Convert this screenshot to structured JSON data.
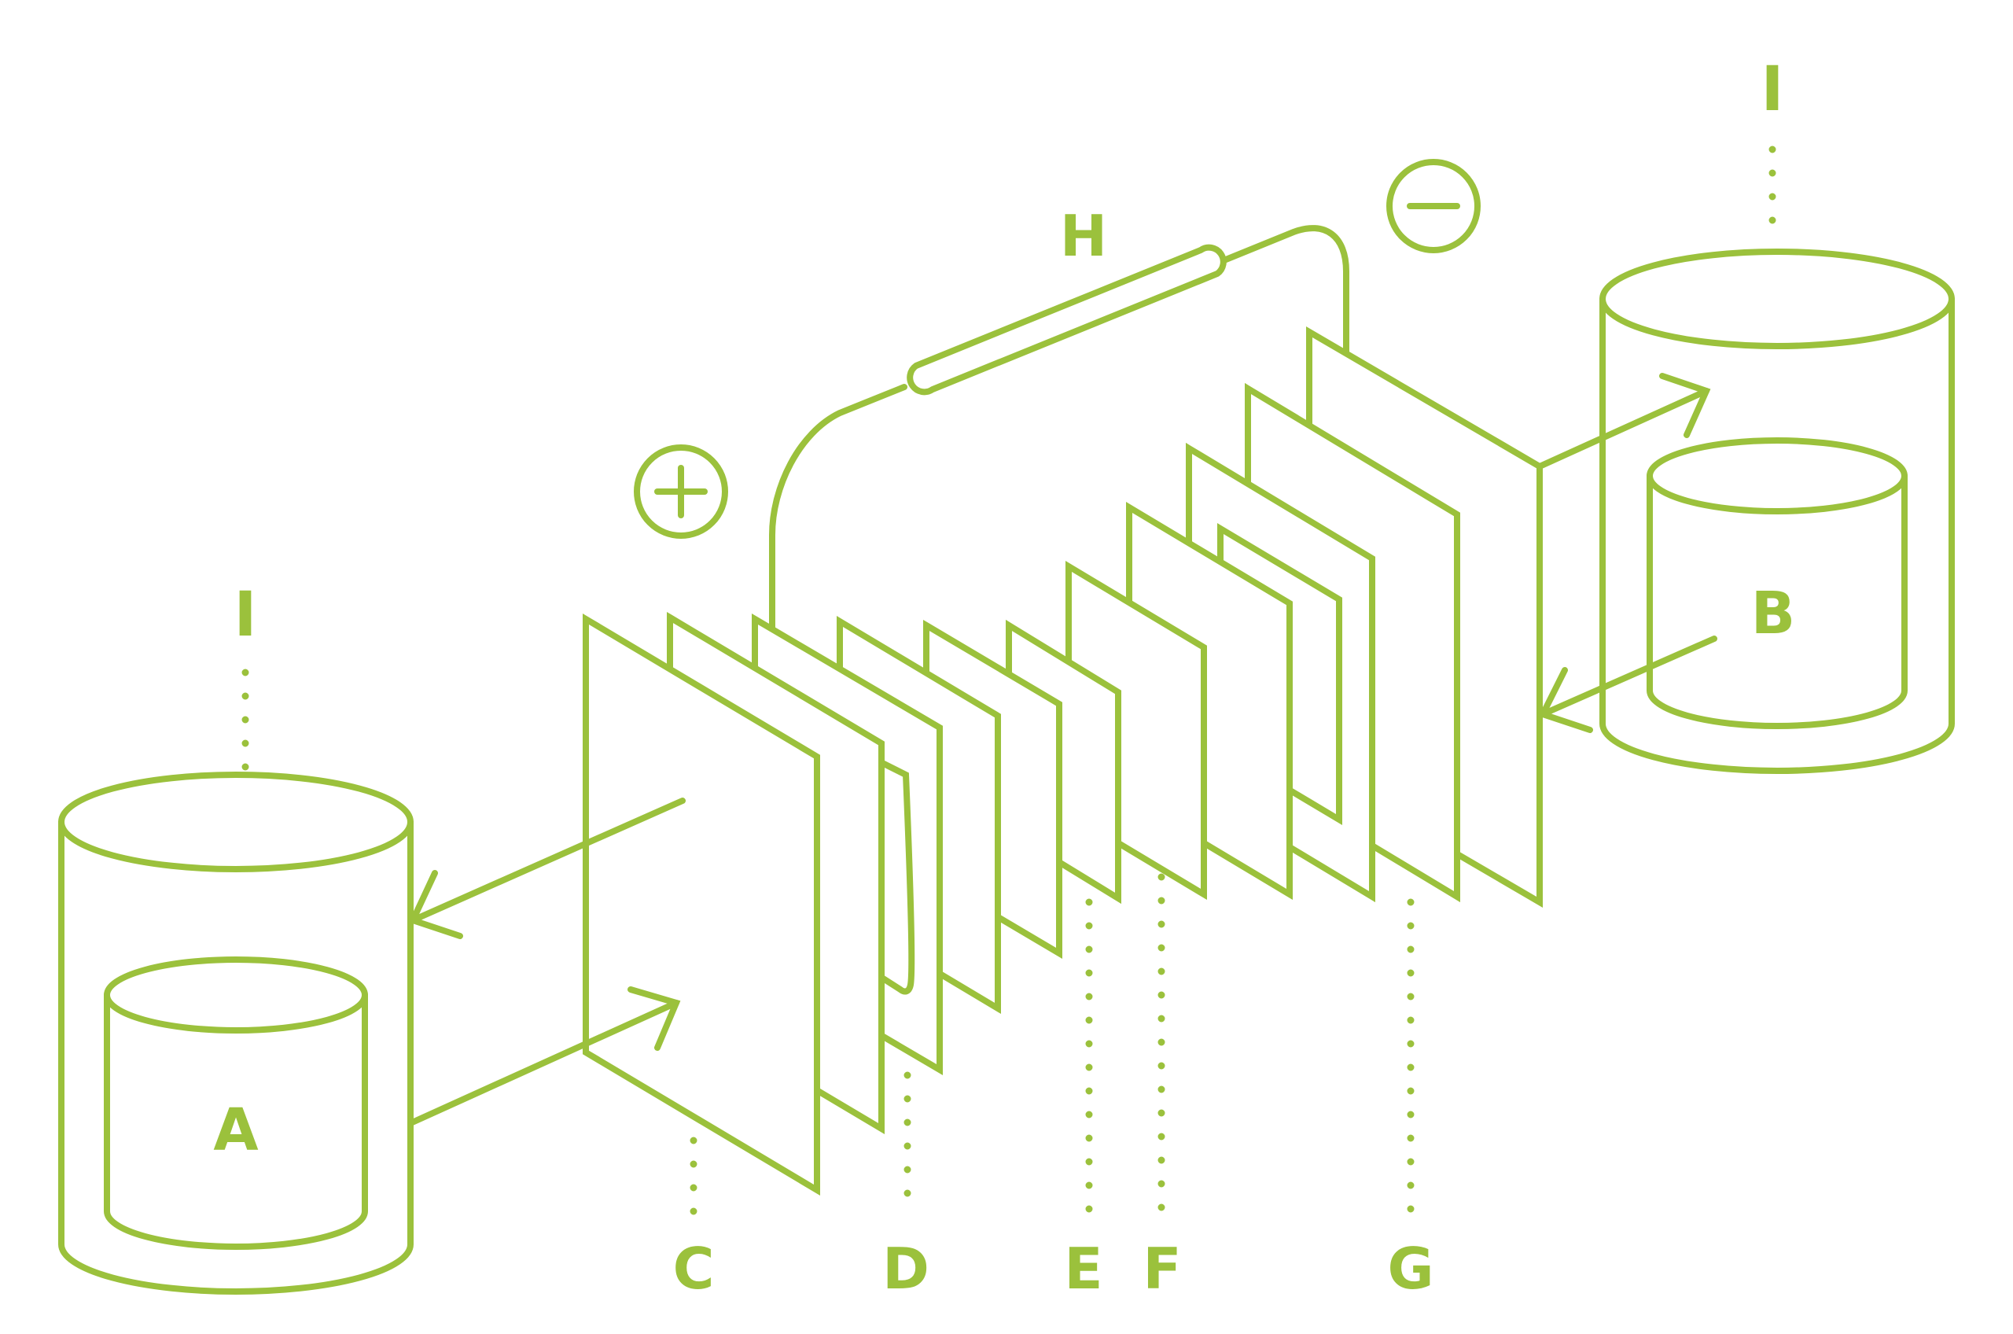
{
  "colors": {
    "stroke": "#9bc13c",
    "background": "#ffffff"
  },
  "labels": {
    "tank_a": "A",
    "tank_b": "B",
    "c": "C",
    "d": "D",
    "e": "E",
    "f": "F",
    "g": "G",
    "h": "H",
    "i_left": "I",
    "i_right": "I",
    "plus": "+",
    "minus": "−"
  }
}
